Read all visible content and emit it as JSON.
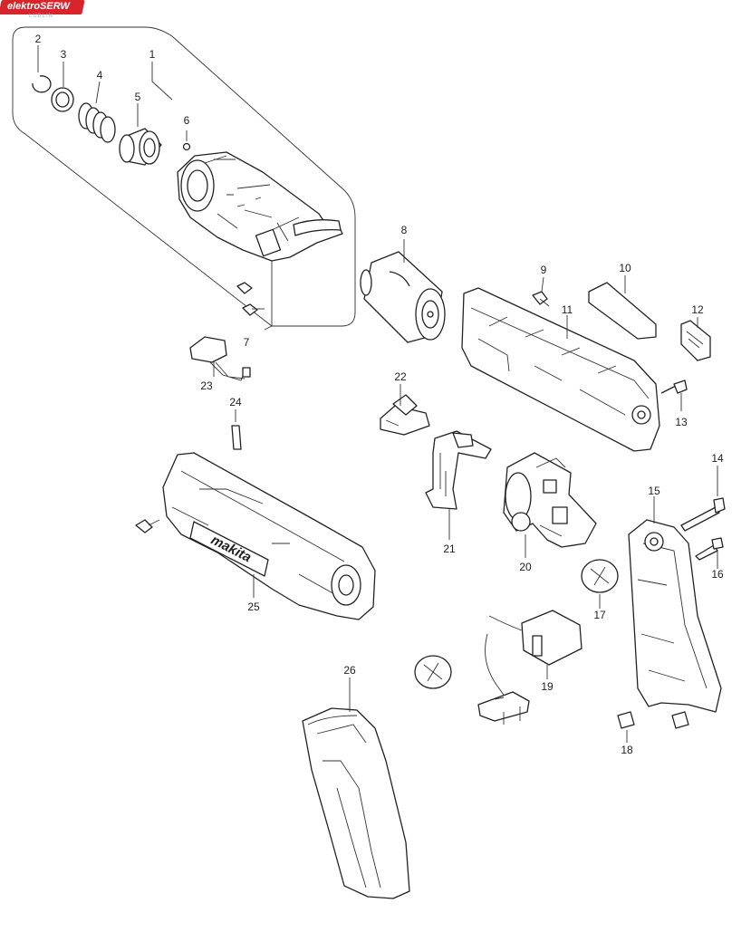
{
  "watermark": {
    "brand": "elektroSERW",
    "sub": "LUBLIN"
  },
  "callouts": [
    "1",
    "2",
    "3",
    "4",
    "5",
    "6",
    "7",
    "8",
    "9",
    "10",
    "11",
    "12",
    "13",
    "14",
    "15",
    "16",
    "17",
    "18",
    "19",
    "20",
    "21",
    "22",
    "23",
    "24",
    "25",
    "26"
  ],
  "decal_text": "makita",
  "colors": {
    "line": "#222222",
    "background": "#ffffff",
    "watermark": "#d8252b"
  }
}
